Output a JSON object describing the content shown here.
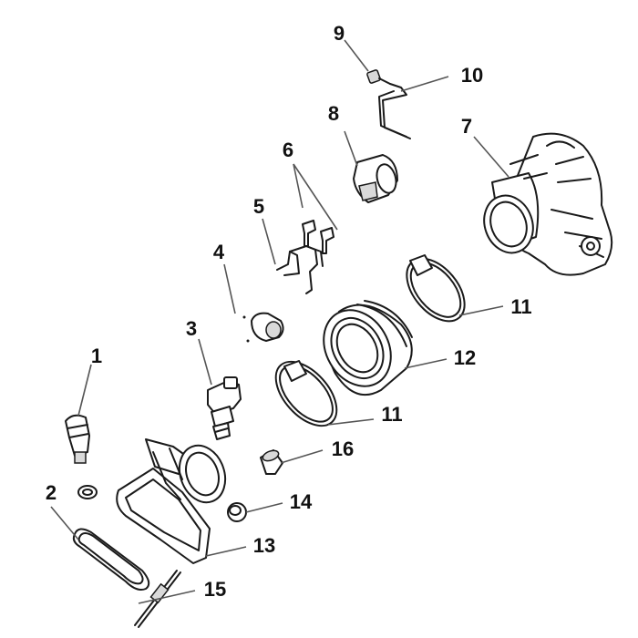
{
  "diagram": {
    "callouts": {
      "c1": "1",
      "c2": "2",
      "c3": "3",
      "c4": "4",
      "c5": "5",
      "c6": "6",
      "c7": "7",
      "c8": "8",
      "c9": "9",
      "c10": "10",
      "c11a": "11",
      "c11b": "11",
      "c12": "12",
      "c13": "13",
      "c14": "14",
      "c15": "15",
      "c16": "16"
    }
  },
  "colors": {
    "ink": "#1a1a1a",
    "leader": "#555555",
    "background": "#ffffff"
  }
}
